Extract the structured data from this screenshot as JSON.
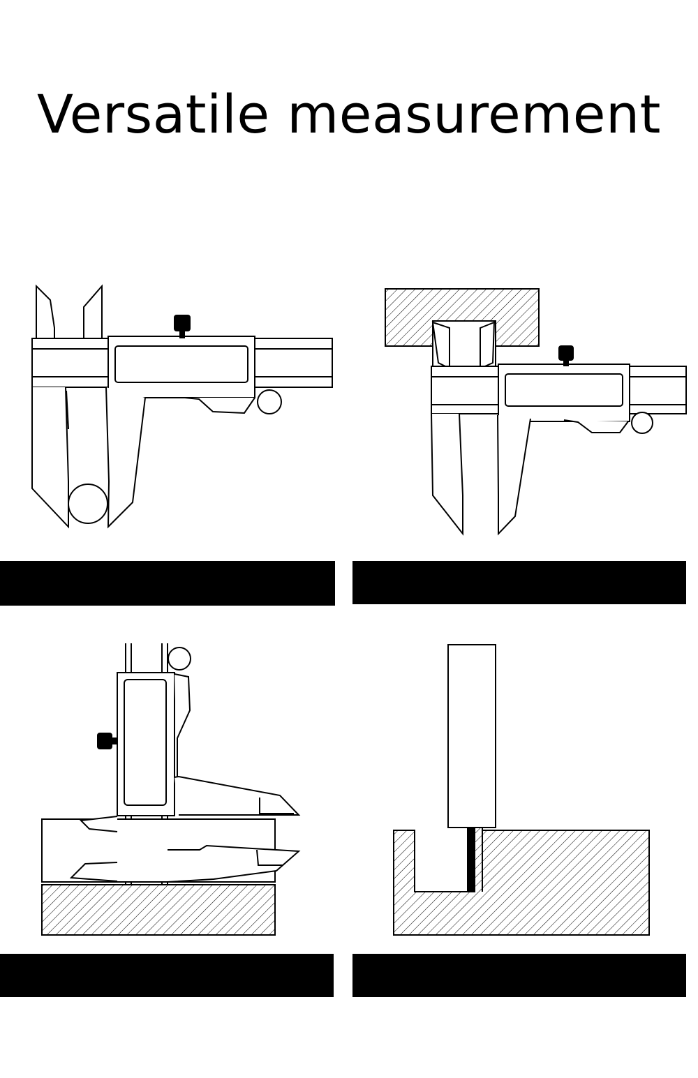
{
  "title": "Versatile measurement",
  "panels": [
    {
      "id": "outside-measurement",
      "caption": ""
    },
    {
      "id": "inside-measurement",
      "caption": ""
    },
    {
      "id": "step-measurement",
      "caption": ""
    },
    {
      "id": "depth-measurement",
      "caption": ""
    }
  ],
  "colors": {
    "line": "#000000",
    "background": "#ffffff",
    "caption_bar": "#000000"
  }
}
